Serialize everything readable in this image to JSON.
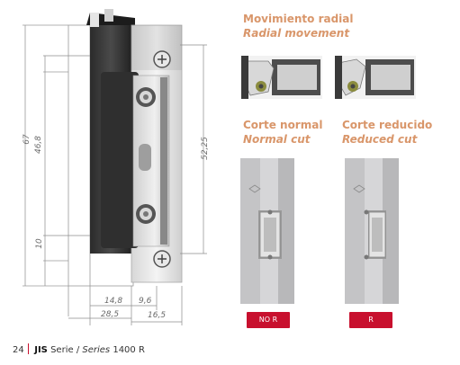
{
  "drawing": {
    "dims": {
      "overall_height": "67",
      "upper_height": "46,8",
      "lower_height": "10",
      "right_height": "52,25",
      "width_inner": "14,8",
      "width_right": "9,6",
      "width_total": "28,5",
      "width_right_lower": "16,5"
    }
  },
  "radial": {
    "title": "Movimiento radial",
    "subtitle": "Radial movement"
  },
  "normal_cut": {
    "title": "Corte normal",
    "subtitle": "Normal cut",
    "badge": "NO R"
  },
  "reduced_cut": {
    "title": "Corte reducido",
    "subtitle": "Reduced cut",
    "badge": "R"
  },
  "footer": {
    "page_number": "24",
    "brand": "JIS",
    "serie_es": "Serie",
    "separator": "/",
    "serie_en": "Series",
    "model": "1400 R"
  },
  "colors": {
    "accent_heading": "#d9966a",
    "badge_red": "#c8102e"
  }
}
